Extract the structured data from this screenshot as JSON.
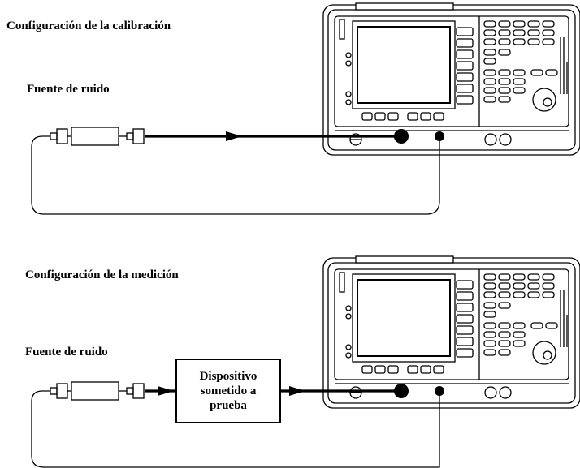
{
  "calibration": {
    "title": "Configuración de la calibración",
    "noise_source_label": "Fuente de ruido"
  },
  "measurement": {
    "title": "Configuración de la medición",
    "noise_source_label": "Fuente de ruido",
    "dut": {
      "line1": "Dispositivo",
      "line2": "sometido a",
      "line3": "prueba"
    }
  }
}
